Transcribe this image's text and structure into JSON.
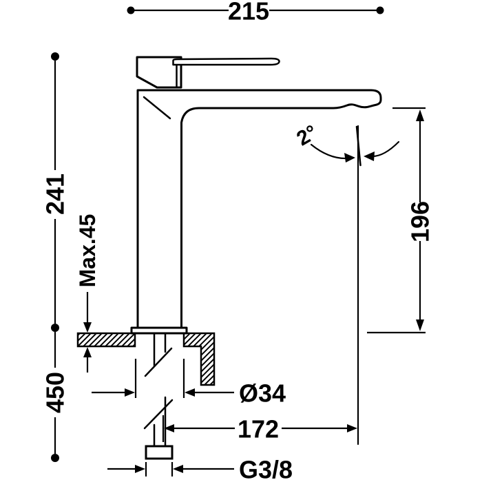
{
  "drawing": {
    "type": "faucet-dimensional-technical-drawing",
    "colors": {
      "line": "#000000",
      "background": "#ffffff"
    },
    "labels": {
      "width_top": "215",
      "height_body": "241",
      "deck_thickness_max": "Max.45",
      "depth_below_deck": "450",
      "outlet_height": "196",
      "stream_angle": "2°",
      "hole_diameter": "Ø34",
      "spout_reach": "172",
      "thread_size": "G3/8"
    }
  }
}
